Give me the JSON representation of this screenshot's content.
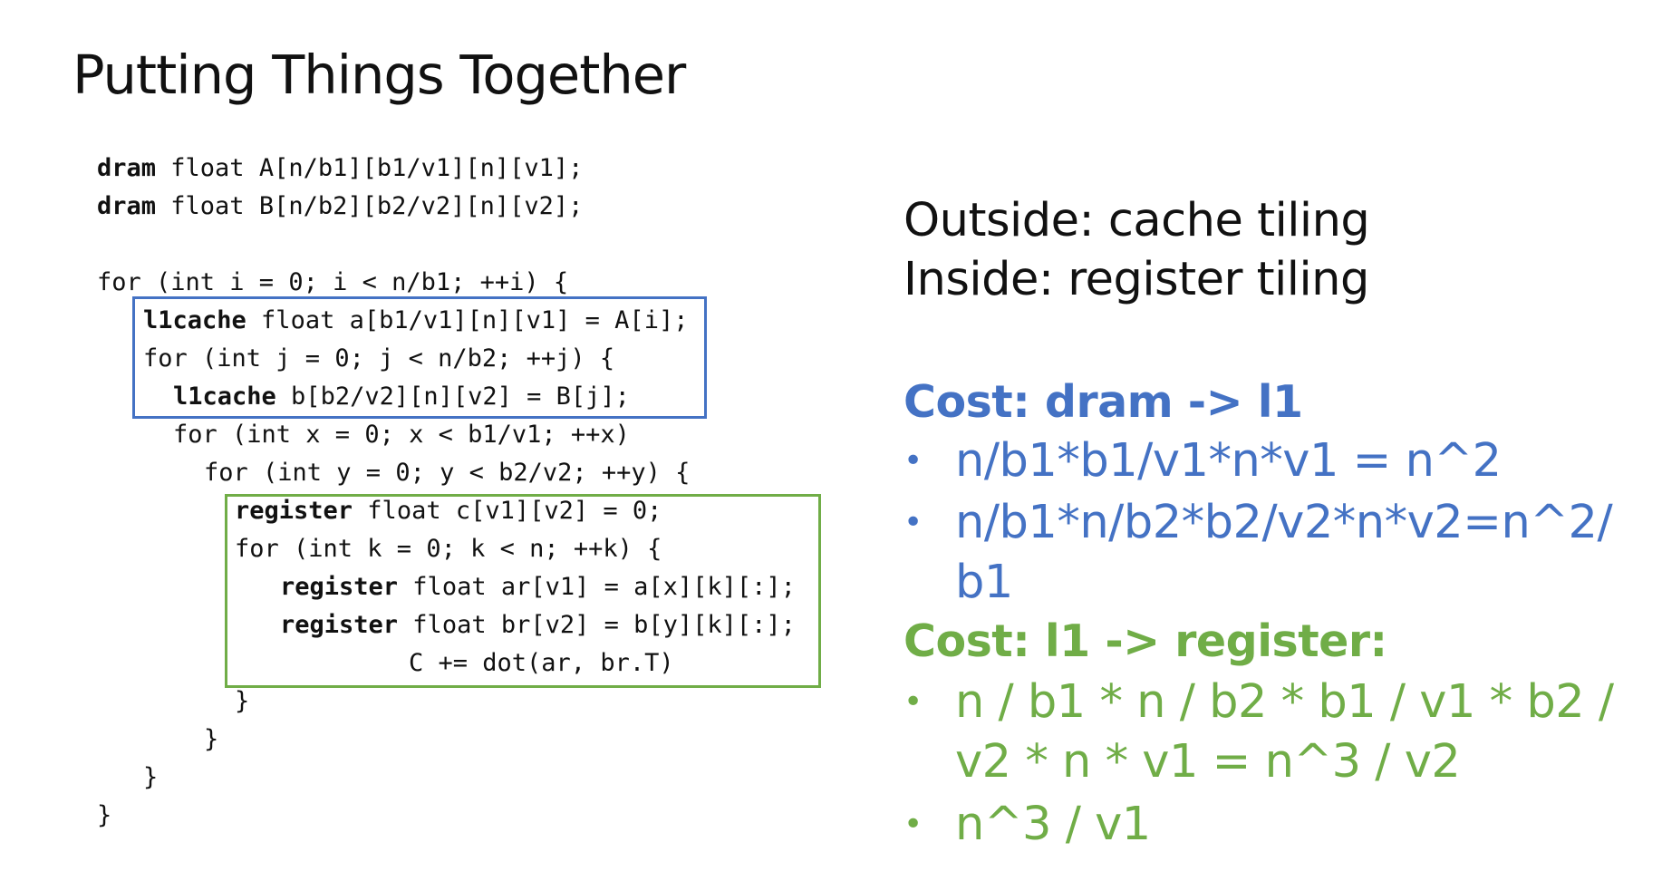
{
  "slide": {
    "title": "Putting Things Together"
  },
  "code": {
    "lines": [
      {
        "kw": "dram",
        "rest": " float A[n/b1][b1/v1][n][v1];"
      },
      {
        "kw": "dram",
        "rest": " float B[n/b2][b2/v2][n][v2];"
      },
      {
        "kw": "",
        "rest": "for (int i = 0; i < n/b1; ++i) {"
      },
      {
        "kw": "l1cache",
        "rest": " float a[b1/v1][n][v1] = A[i];"
      },
      {
        "kw": "",
        "rest": "for (int j = 0; j < n/b2; ++j) {"
      },
      {
        "kw": "l1cache",
        "rest": " b[b2/v2][n][v2] = B[j];"
      },
      {
        "kw": "",
        "rest": "for (int x = 0; x < b1/v1; ++x)"
      },
      {
        "kw": "",
        "rest": "for (int y = 0; y < b2/v2; ++y) {"
      },
      {
        "kw": "register",
        "rest": " float c[v1][v2] = 0;"
      },
      {
        "kw": "",
        "rest": "for (int k = 0; k < n; ++k) {"
      },
      {
        "kw": "register",
        "rest": " float ar[v1] = a[x][k][:];"
      },
      {
        "kw": "register",
        "rest": " float br[v2] = b[y][k][:];"
      },
      {
        "kw": "",
        "rest": "C += dot(ar, br.T)"
      },
      {
        "kw": "",
        "rest": "}"
      },
      {
        "kw": "",
        "rest": "}"
      },
      {
        "kw": "",
        "rest": "}"
      },
      {
        "kw": "",
        "rest": "}"
      }
    ]
  },
  "notes": {
    "outside": "Outside: cache tiling",
    "inside": "Inside: register tiling"
  },
  "cost_dram_l1": {
    "heading": "Cost: dram -> l1",
    "bullet_symbol": "•",
    "bullets": [
      "n/b1*b1/v1*n*v1  = n^2",
      "n/b1*n/b2*b2/v2*n*v2=n^2/b1"
    ]
  },
  "cost_l1_register": {
    "heading": "Cost: l1 -> register:",
    "bullet_symbol": "•",
    "bullets": [
      "n / b1 * n / b2 * b1 / v1 * b2 / v2 * n * v1 = n^3 / v2",
      "n^3 / v1"
    ]
  },
  "colors": {
    "blue_accent": "#4472c4",
    "green_accent": "#70ad47",
    "text": "#111111"
  }
}
